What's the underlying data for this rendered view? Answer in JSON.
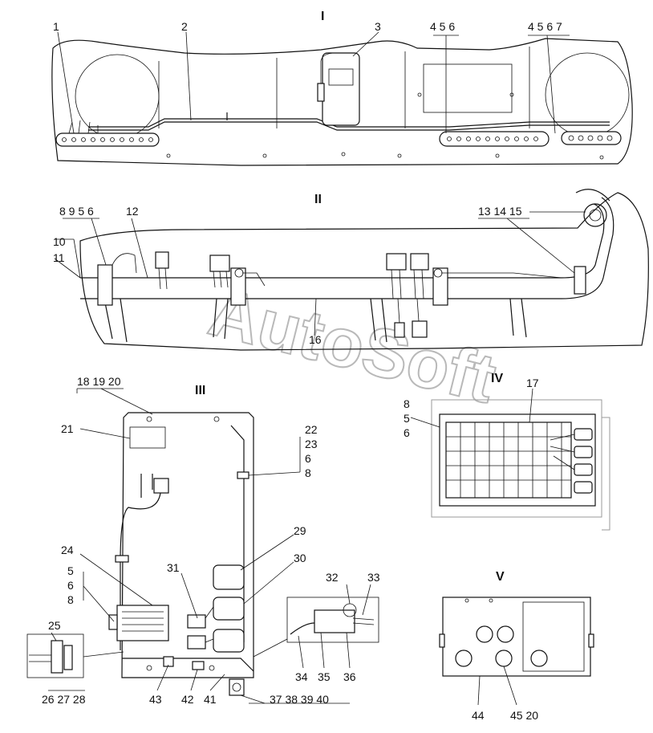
{
  "watermark": "AutoSoft",
  "sections": {
    "s1": "I",
    "s2": "II",
    "s3": "III",
    "s4": "IV",
    "s5": "V"
  },
  "callouts": {
    "c1": "1",
    "c2": "2",
    "c3": "3",
    "c4": "4 5 6",
    "c5": "4 5 6 7",
    "c6": "8 9 5 6",
    "c7": "12",
    "c8": "10",
    "c9": "11",
    "c10": "13 14 15",
    "c11": "16",
    "c12": "18 19 20",
    "c13": "21",
    "c14": "22",
    "c15": "23",
    "c16": "6",
    "c17": "8",
    "c18": "24",
    "c19": "5",
    "c20": "6",
    "c21": "8",
    "c22": "31",
    "c23": "29",
    "c24": "30",
    "c25": "32",
    "c26": "33",
    "c27": "25",
    "c28": "26 27 28",
    "c29": "34",
    "c30": "35",
    "c31": "36",
    "c32": "43",
    "c33": "42",
    "c34": "41",
    "c35": "37 38 39 40",
    "c36": "17",
    "c37": "8",
    "c38": "5",
    "c39": "6",
    "c40": "44",
    "c41": "45 20"
  }
}
